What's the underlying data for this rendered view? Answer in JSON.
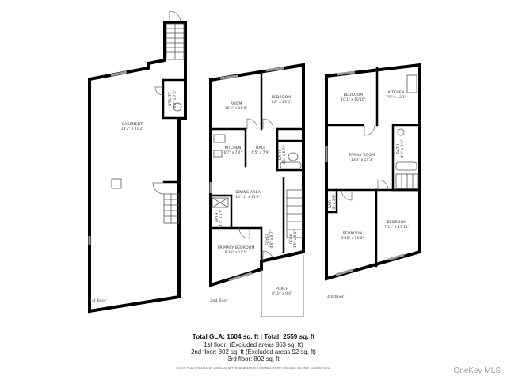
{
  "floors": [
    {
      "label": "1st floor",
      "rooms": [
        {
          "name": "BASEMENT",
          "dims": "18'2\" x 41'2\""
        },
        {
          "name": "UTILITY",
          "dims": "4'0\" x 7'6\""
        }
      ]
    },
    {
      "label": "2nd floor",
      "rooms": [
        {
          "name": "ROOM",
          "dims": "10'1\" x 10'8\""
        },
        {
          "name": "BEDROOM",
          "dims": "7'8\" x 13'0\""
        },
        {
          "name": "KITCHEN",
          "dims": "6'7\" x 7'4\""
        },
        {
          "name": "HALL",
          "dims": "6'5\" x 7'9\""
        },
        {
          "name": "BATH",
          "dims": "4'1\" x 6'7\""
        },
        {
          "name": "DINING AREA",
          "dims": "14'11\" x 11'9\""
        },
        {
          "name": "BATH",
          "dims": "4'1\" x 5'9\""
        },
        {
          "name": "PRIMARY BEDROOM",
          "dims": "9'10\" x 11'1\""
        },
        {
          "name": "FOYER",
          "dims": "4'8\" x 8'7\""
        },
        {
          "name": "DECK",
          "dims": "3'5\" x 6'0\""
        },
        {
          "name": "PORCH",
          "dims": "8'10\" x 9'4\""
        }
      ]
    },
    {
      "label": "3rd floor",
      "rooms": [
        {
          "name": "BEDROOM",
          "dims": "10'1\" x 10'10\""
        },
        {
          "name": "KITCHEN",
          "dims": "7'8\" x 12'1\""
        },
        {
          "name": "BATH",
          "dims": "4'5\" x 8'4\""
        },
        {
          "name": "FAMILY ROOM",
          "dims": "13'3\" x 14'3\""
        },
        {
          "name": "BATH",
          "dims": "4'0\" x 3'9\""
        },
        {
          "name": "BEDROOM",
          "dims": "9'10\" x 16'0\""
        },
        {
          "name": "BEDROOM",
          "dims": "7'11\" x 13'11\""
        }
      ]
    }
  ],
  "summary": {
    "title": "Total GLA: 1604 sq. ft | Total: 2559 sq. ft",
    "line1": "1st floor: (Excluded areas 863 sq. ft)",
    "line2": "2nd floor: 802 sq. ft (Excluded areas 92 sq. ft)",
    "line3": "3rd floor: 802 sq. ft",
    "disclaimer": "FLOOR PLAN CREATED BY CUBICASA APP. MEASUREMENTS DEEMED HIGHLY RELIABLE BUT NOT GUARANTEED."
  },
  "watermark": "OneKey MLS"
}
